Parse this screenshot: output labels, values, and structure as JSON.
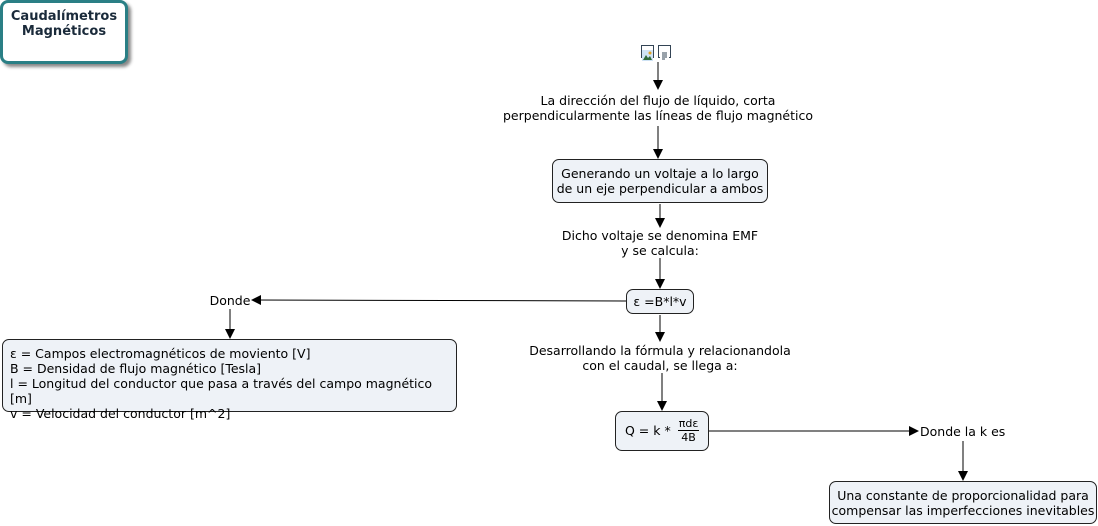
{
  "root": {
    "line1": "Caudalímetros",
    "line2": "Magnéticos",
    "icons": [
      "image-icon",
      "document-icon"
    ]
  },
  "links": {
    "l1": [
      "La dirección del flujo de líquido, corta",
      "perpendicularmente las líneas de flujo magnético"
    ],
    "l2": [
      "Dicho voltaje se denomina EMF",
      "y se calcula:"
    ],
    "l3": "Donde",
    "l4": [
      "Desarrollando la fórmula y relacionandola",
      "con el caudal, se llega a:"
    ],
    "l5": "Donde la k es"
  },
  "nodes": {
    "voltage": [
      "Generando un voltaje a lo largo",
      "de un eje perpendicular a ambos"
    ],
    "emf": "ε =B*l*v",
    "variables": [
      "ε = Campos electromagnéticos de moviento [V]",
      "B = Densidad de flujo magnético [Tesla]",
      "l = Longitud del conductor que pasa a través del campo magnético [m]",
      "v = Velocidad del conductor [m^2]"
    ],
    "flow": {
      "prefix": "Q = k *",
      "numerator": "πdε",
      "denominator": "4B"
    },
    "constant": [
      "Una constante de proporcionalidad para",
      "compensar las imperfecciones inevitables"
    ]
  }
}
